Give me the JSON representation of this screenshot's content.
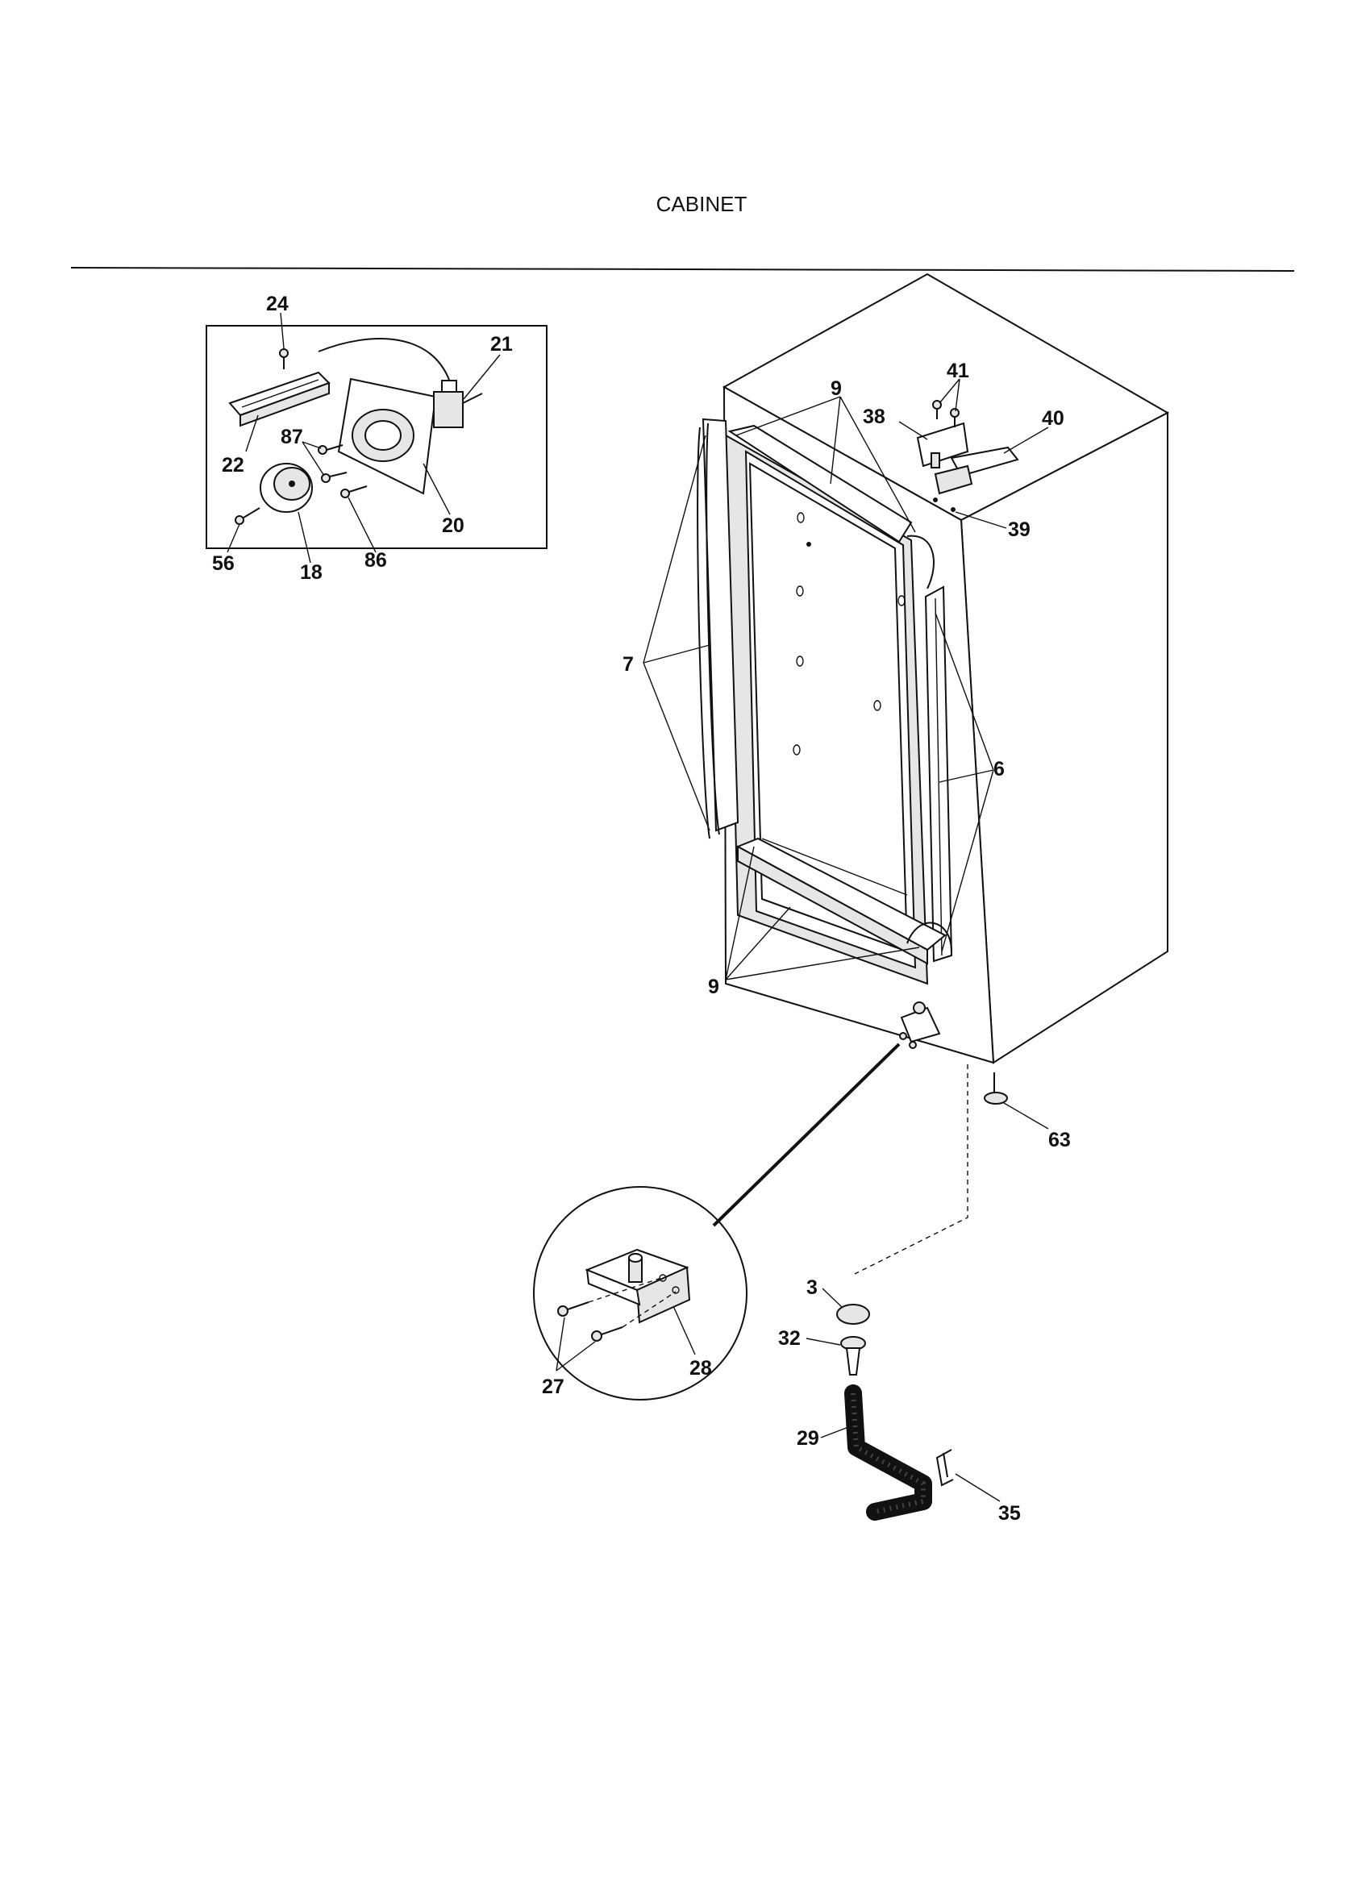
{
  "title": "CABINET",
  "callouts": {
    "c24": "24",
    "c21": "21",
    "c22": "22",
    "c87": "87",
    "c20": "20",
    "c56": "56",
    "c18": "18",
    "c86": "86",
    "c9_top": "9",
    "c41": "41",
    "c38": "38",
    "c40": "40",
    "c39": "39",
    "c7": "7",
    "c6": "6",
    "c9_bottom": "9",
    "c63": "63",
    "c3": "3",
    "c32": "32",
    "c29": "29",
    "c35": "35",
    "c27": "27",
    "c28": "28"
  }
}
